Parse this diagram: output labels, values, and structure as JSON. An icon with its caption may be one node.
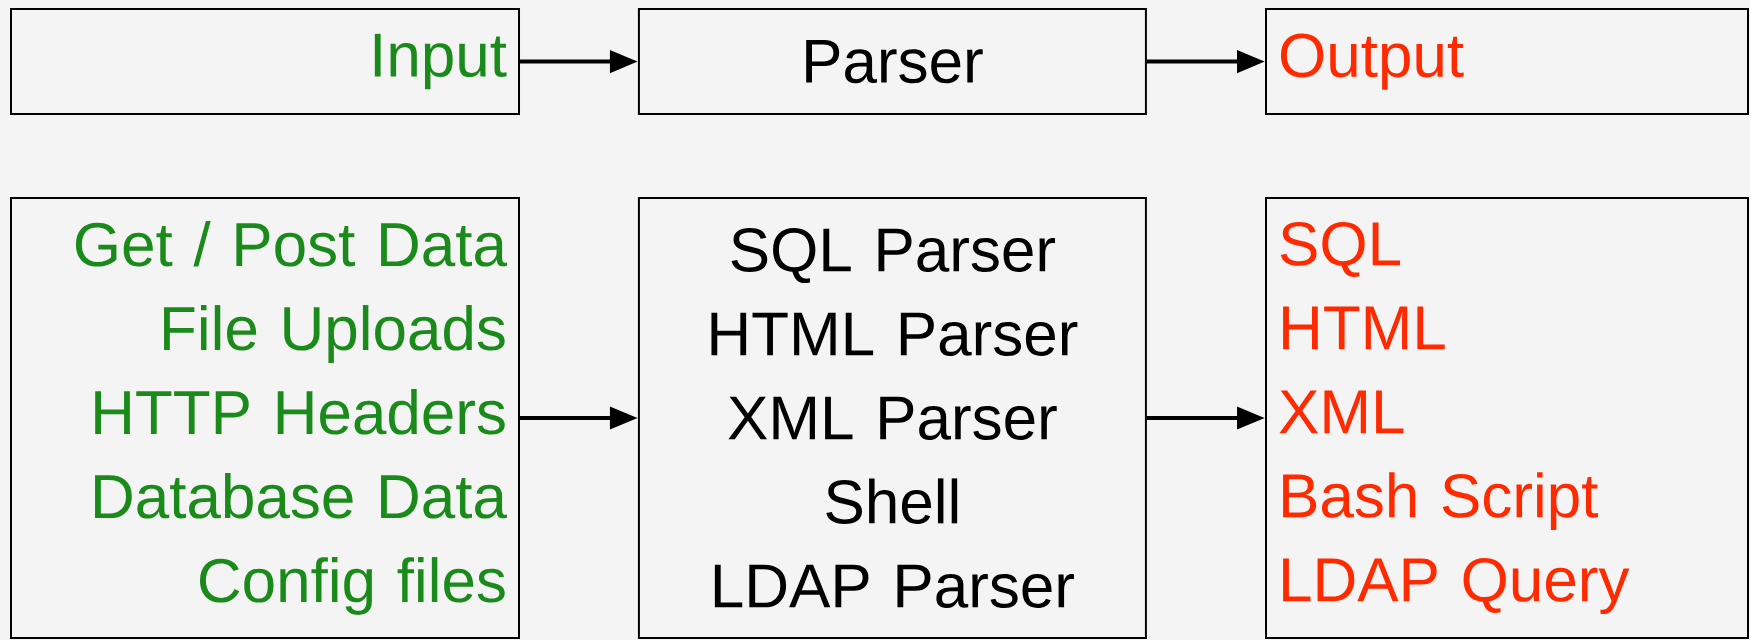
{
  "diagram": {
    "nodes": [
      {
        "text": [
          "Input"
        ]
      },
      {
        "text": [
          "Parser"
        ]
      },
      {
        "text": [
          "Output"
        ]
      },
      {
        "text": [
          "Get / Post Data",
          "File Uploads",
          "HTTP Headers",
          "Database Data",
          "Config files"
        ]
      },
      {
        "text": [
          "SQL Parser",
          "HTML Parser",
          "XML Parser",
          "Shell",
          "LDAP Parser"
        ]
      },
      {
        "text": [
          "SQL",
          "HTML",
          "XML",
          "Bash Script",
          "LDAP Query"
        ]
      }
    ],
    "edges": [
      {
        "from": 0,
        "to": 1,
        "arrow": "to"
      },
      {
        "from": 1,
        "to": 2,
        "arrow": "to"
      },
      {
        "from": 3,
        "to": 4,
        "arrow": "to"
      },
      {
        "from": 4,
        "to": 5,
        "arrow": "to"
      }
    ]
  }
}
